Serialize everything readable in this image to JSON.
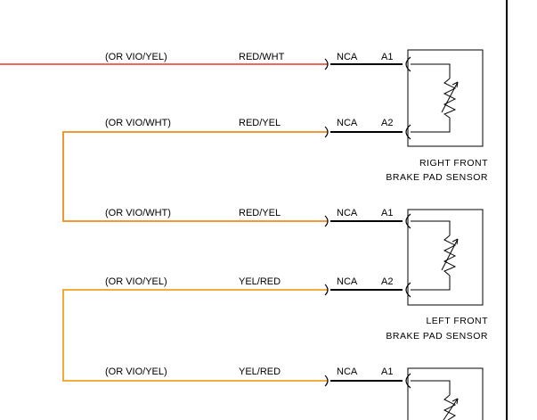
{
  "colors": {
    "wire_red_white": "#e8362a",
    "wire_red_yellow": "#f08a1c",
    "wire_yellow_red": "#f0a020",
    "line": "#000000",
    "background": "#ffffff"
  },
  "wires": [
    {
      "alt": "(OR VIO/YEL)",
      "color_code": "RED/WHT",
      "connector": "NCA",
      "pin": "A1"
    },
    {
      "alt": "(OR VIO/WHT)",
      "color_code": "RED/YEL",
      "connector": "NCA",
      "pin": "A2"
    },
    {
      "alt": "(OR VIO/WHT)",
      "color_code": "RED/YEL",
      "connector": "NCA",
      "pin": "A1"
    },
    {
      "alt": "(OR VIO/YEL)",
      "color_code": "YEL/RED",
      "connector": "NCA",
      "pin": "A2"
    },
    {
      "alt": "(OR VIO/YEL)",
      "color_code": "YEL/RED",
      "connector": "NCA",
      "pin": "A1"
    }
  ],
  "sensors": [
    {
      "line1": "RIGHT FRONT",
      "line2": "BRAKE PAD SENSOR"
    },
    {
      "line1": "LEFT FRONT",
      "line2": "BRAKE PAD SENSOR"
    }
  ]
}
